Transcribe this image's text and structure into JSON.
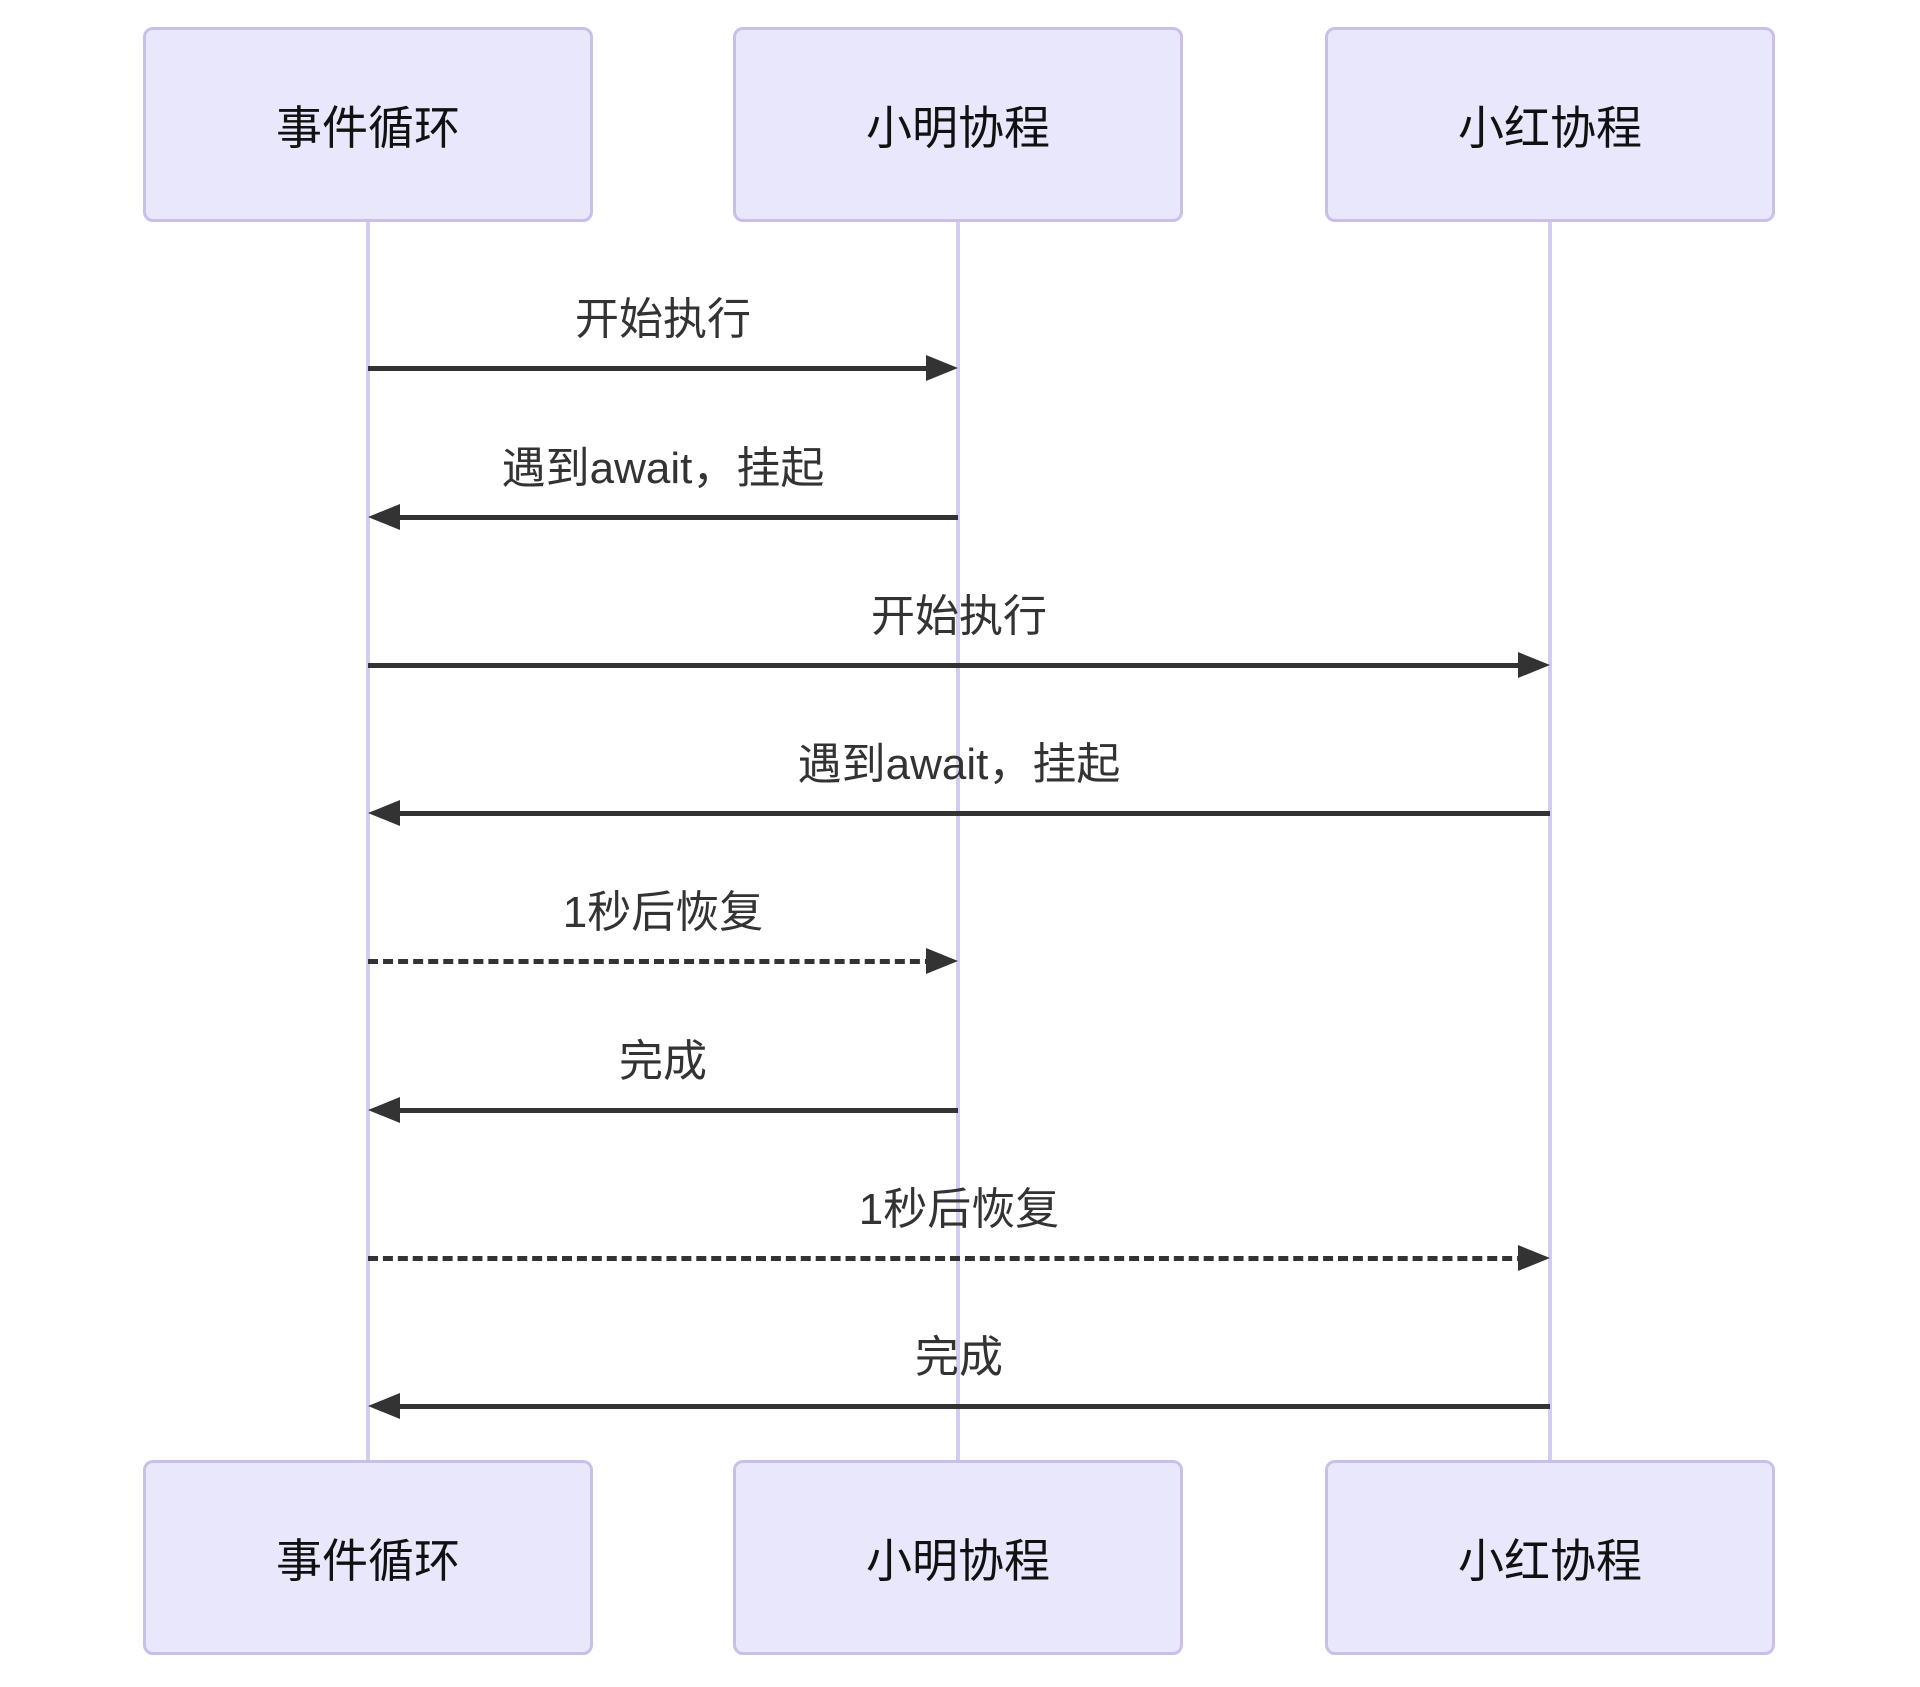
{
  "diagram": {
    "type": "sequence",
    "background_color": "#ffffff",
    "colors": {
      "actor_fill": "#e8e7fb",
      "actor_border": "#c9c0ea",
      "lifeline": "#d3ccf1",
      "arrow": "#333333",
      "message_text": "#333333",
      "actor_text": "#111111"
    },
    "actors": [
      {
        "id": "event-loop",
        "label": "事件循环"
      },
      {
        "id": "xiaoming-coroutine",
        "label": "小明协程"
      },
      {
        "id": "xiaohong-coroutine",
        "label": "小红协程"
      }
    ],
    "messages": [
      {
        "from": 0,
        "to": 1,
        "label": "开始执行",
        "line": "solid"
      },
      {
        "from": 1,
        "to": 0,
        "label": "遇到await，挂起",
        "line": "solid"
      },
      {
        "from": 0,
        "to": 2,
        "label": "开始执行",
        "line": "solid"
      },
      {
        "from": 2,
        "to": 0,
        "label": "遇到await，挂起",
        "line": "solid"
      },
      {
        "from": 0,
        "to": 1,
        "label": "1秒后恢复",
        "line": "dashed"
      },
      {
        "from": 1,
        "to": 0,
        "label": "完成",
        "line": "solid"
      },
      {
        "from": 0,
        "to": 2,
        "label": "1秒后恢复",
        "line": "dashed"
      },
      {
        "from": 2,
        "to": 0,
        "label": "完成",
        "line": "solid"
      }
    ]
  }
}
